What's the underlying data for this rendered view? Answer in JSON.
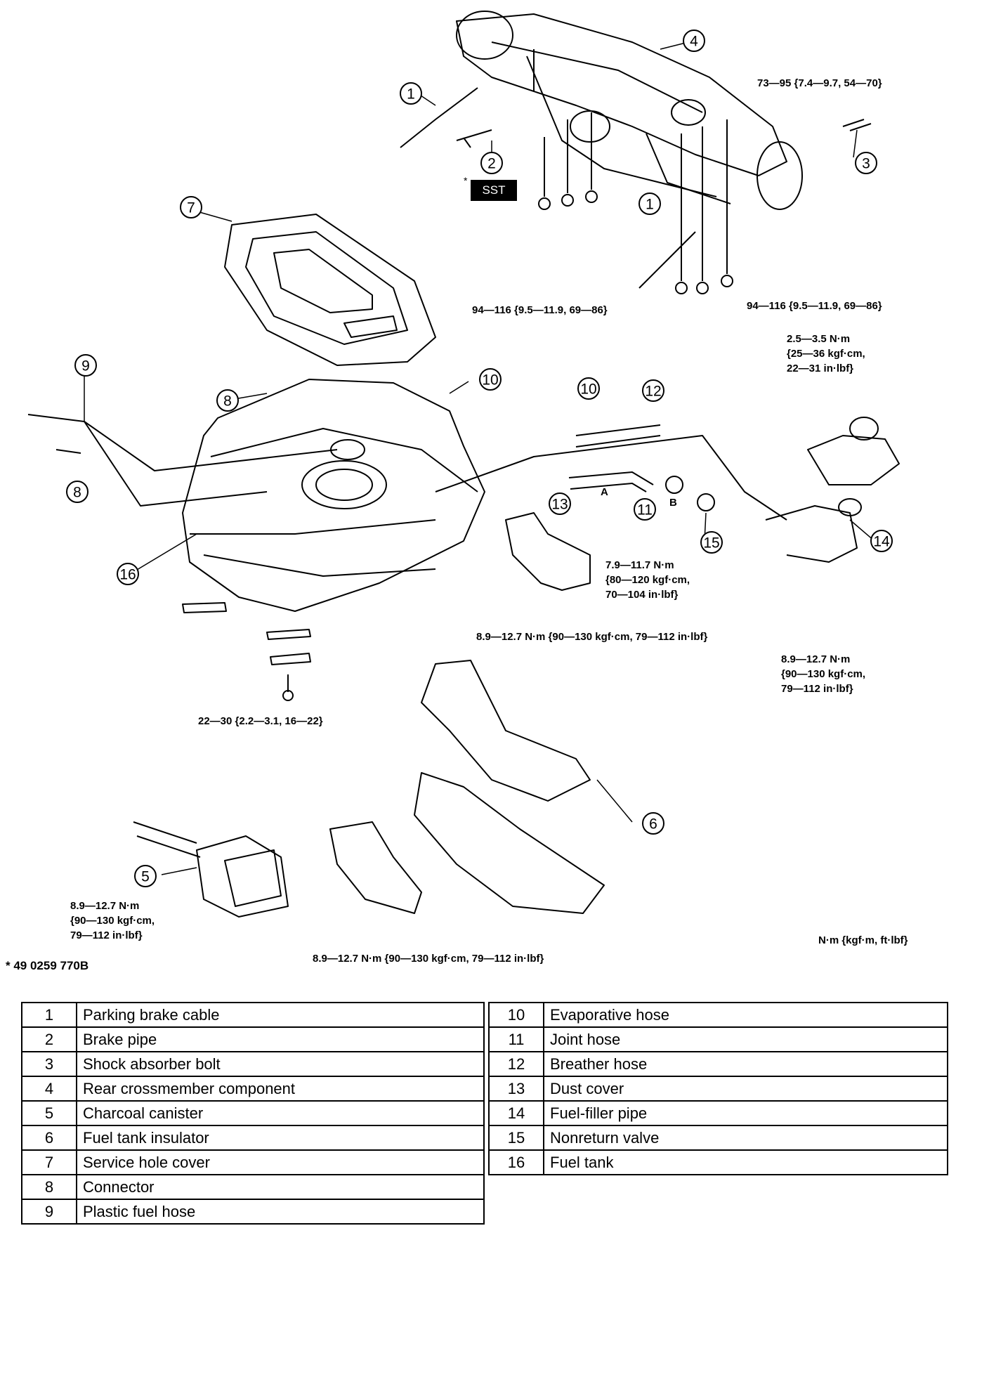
{
  "callouts": {
    "c1a": "1",
    "c1b": "1",
    "c2": "2",
    "c3": "3",
    "c4": "4",
    "c5": "5",
    "c6": "6",
    "c7": "7",
    "c8a": "8",
    "c8b": "8",
    "c9": "9",
    "c10a": "10",
    "c10b": "10",
    "c11": "11",
    "c12": "12",
    "c13": "13",
    "c14": "14",
    "c15": "15",
    "c16": "16"
  },
  "labels": {
    "sst_marker": "*",
    "sst": "SST",
    "torque_shock": "73—95 {7.4—9.7, 54—70}",
    "torque_cross_left": "94—116 {9.5—11.9, 69—86}",
    "torque_cross_right": "94—116 {9.5—11.9, 69—86}",
    "torque_filler_cap_1": "2.5—3.5 N·m",
    "torque_filler_cap_2": "{25—36 kgf·cm,",
    "torque_filler_cap_3": "22—31 in·lbf}",
    "torque_dust_1": "7.9—11.7 N·m",
    "torque_dust_2": "{80—120 kgf·cm,",
    "torque_dust_3": "70—104 in·lbf}",
    "torque_mid": "8.9—12.7 N·m {90—130 kgf·cm, 79—112 in·lbf}",
    "torque_filler_1": "8.9—12.7 N·m",
    "torque_filler_2": "{90—130 kgf·cm,",
    "torque_filler_3": "79—112 in·lbf}",
    "torque_tank": "22—30 {2.2—3.1, 16—22}",
    "torque_canister_1": "8.9—12.7 N·m",
    "torque_canister_2": "{90—130 kgf·cm,",
    "torque_canister_3": "79—112 in·lbf}",
    "torque_bottom": "8.9—12.7 N·m {90—130 kgf·cm, 79—112 in·lbf}",
    "units": "N·m {kgf·m, ft·lbf}",
    "sst_number": "* 49 0259 770B",
    "arrow_a": "A",
    "arrow_b": "B"
  },
  "parts_left": [
    {
      "num": "1",
      "name": "Parking brake cable"
    },
    {
      "num": "2",
      "name": "Brake pipe"
    },
    {
      "num": "3",
      "name": "Shock absorber bolt"
    },
    {
      "num": "4",
      "name": "Rear crossmember component"
    },
    {
      "num": "5",
      "name": "Charcoal canister"
    },
    {
      "num": "6",
      "name": "Fuel tank insulator"
    },
    {
      "num": "7",
      "name": "Service hole cover"
    },
    {
      "num": "8",
      "name": "Connector"
    },
    {
      "num": "9",
      "name": "Plastic fuel hose"
    }
  ],
  "parts_right": [
    {
      "num": "10",
      "name": "Evaporative hose"
    },
    {
      "num": "11",
      "name": "Joint hose"
    },
    {
      "num": "12",
      "name": "Breather hose"
    },
    {
      "num": "13",
      "name": "Dust cover"
    },
    {
      "num": "14",
      "name": "Fuel-filler pipe"
    },
    {
      "num": "15",
      "name": "Nonreturn valve"
    },
    {
      "num": "16",
      "name": "Fuel tank"
    }
  ]
}
